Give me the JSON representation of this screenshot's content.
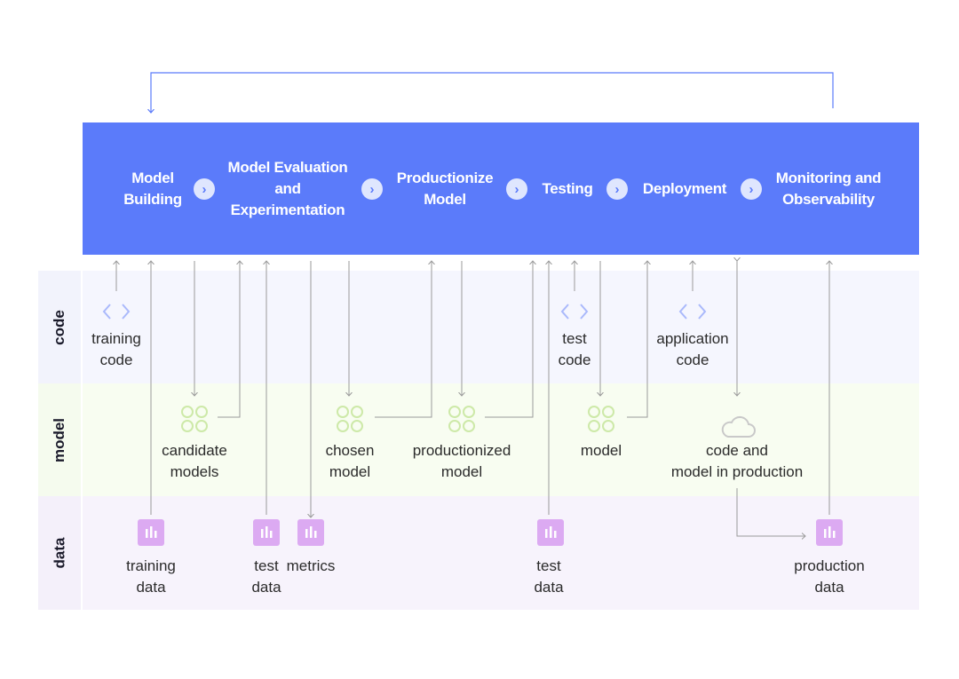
{
  "rows": {
    "code": "code",
    "model": "model",
    "data": "data"
  },
  "stages": [
    {
      "label": "Model Building",
      "lines": [
        "Model",
        "Building"
      ]
    },
    {
      "label": "Model Evaluation and Experimentation",
      "lines": [
        "Model Evaluation",
        "and",
        "Experimentation"
      ]
    },
    {
      "label": "Productionize Model",
      "lines": [
        "Productionize",
        "Model"
      ]
    },
    {
      "label": "Testing",
      "lines": [
        "Testing"
      ]
    },
    {
      "label": "Deployment",
      "lines": [
        "Deployment"
      ]
    },
    {
      "label": "Monitoring and Observability",
      "lines": [
        "Monitoring and",
        "Observability"
      ]
    }
  ],
  "chevron": "›",
  "code_nodes": {
    "training_code": [
      "training",
      "code"
    ],
    "test_code": [
      "test",
      "code"
    ],
    "application_code": [
      "application",
      "code"
    ]
  },
  "model_nodes": {
    "candidate_models": [
      "candidate",
      "models"
    ],
    "chosen_model": [
      "chosen",
      "model"
    ],
    "productionized_model": [
      "productionized",
      "model"
    ],
    "model": [
      "model"
    ],
    "code_and_model_in_production": [
      "code and",
      "model in production"
    ]
  },
  "data_nodes": {
    "training_data": [
      "training",
      "data"
    ],
    "test_data_1": [
      "test",
      "data"
    ],
    "metrics": [
      "metrics"
    ],
    "test_data_2": [
      "test",
      "data"
    ],
    "production_data": [
      "production",
      "data"
    ]
  },
  "colors": {
    "header": "#5b7bfa",
    "code_icon": "#aab9fb",
    "model_icon": "#cde9a8",
    "data_icon": "#dcaaf2",
    "arrow": "#9a9a9a",
    "feedback": "#5b7bfa"
  },
  "icons": {
    "code": "code-brackets-icon",
    "model": "four-circles-icon",
    "data": "bar-chart-icon",
    "cloud": "cloud-icon"
  }
}
